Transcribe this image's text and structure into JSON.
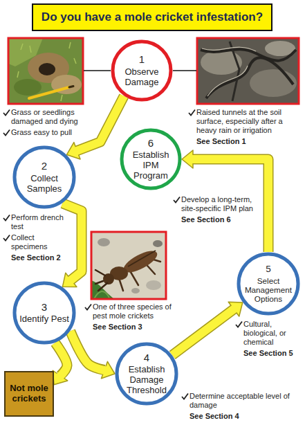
{
  "diagram": {
    "title": "Do you have a mole cricket infestation?",
    "nodes": [
      {
        "text": [
          "1",
          "Observe Damage"
        ]
      },
      {
        "text": [
          "2",
          "Collect Samples"
        ]
      },
      {
        "text": [
          "6",
          "Establish IPM Program"
        ]
      },
      {
        "text": [
          "3",
          "Identify Pest"
        ]
      },
      {
        "text": [
          "5",
          "Select Management Options"
        ]
      },
      {
        "text": [
          "Not mole crickets"
        ]
      },
      {
        "text": [
          "4",
          "Establish Damage Threshold"
        ]
      }
    ],
    "edges": [
      {
        "from": 0,
        "to": 1,
        "arrow": "to"
      },
      {
        "from": 1,
        "to": 3,
        "arrow": "to"
      },
      {
        "from": 3,
        "to": 6,
        "arrow": "to"
      },
      {
        "from": 3,
        "to": 5,
        "arrow": "to"
      },
      {
        "from": 6,
        "to": 4,
        "arrow": "to"
      },
      {
        "from": 4,
        "to": 2,
        "arrow": "to"
      }
    ],
    "labels": [
      "Grass or seedlings damaged and dying",
      "Grass easy to pull",
      "Raised tunnels at the soil surface, especially after a heavy rain or irrigation",
      "See Section 1",
      "Perform drench test",
      "Collect specimens",
      "See Section 2",
      "One of three species of pest mole crickets",
      "See Section 3",
      "Determine acceptable level of damage",
      "See Section 4",
      "Cultural, biological, or chemical",
      "See Section 5",
      "Develop a long-term, site-specific IPM plan",
      "See Section 6"
    ]
  }
}
